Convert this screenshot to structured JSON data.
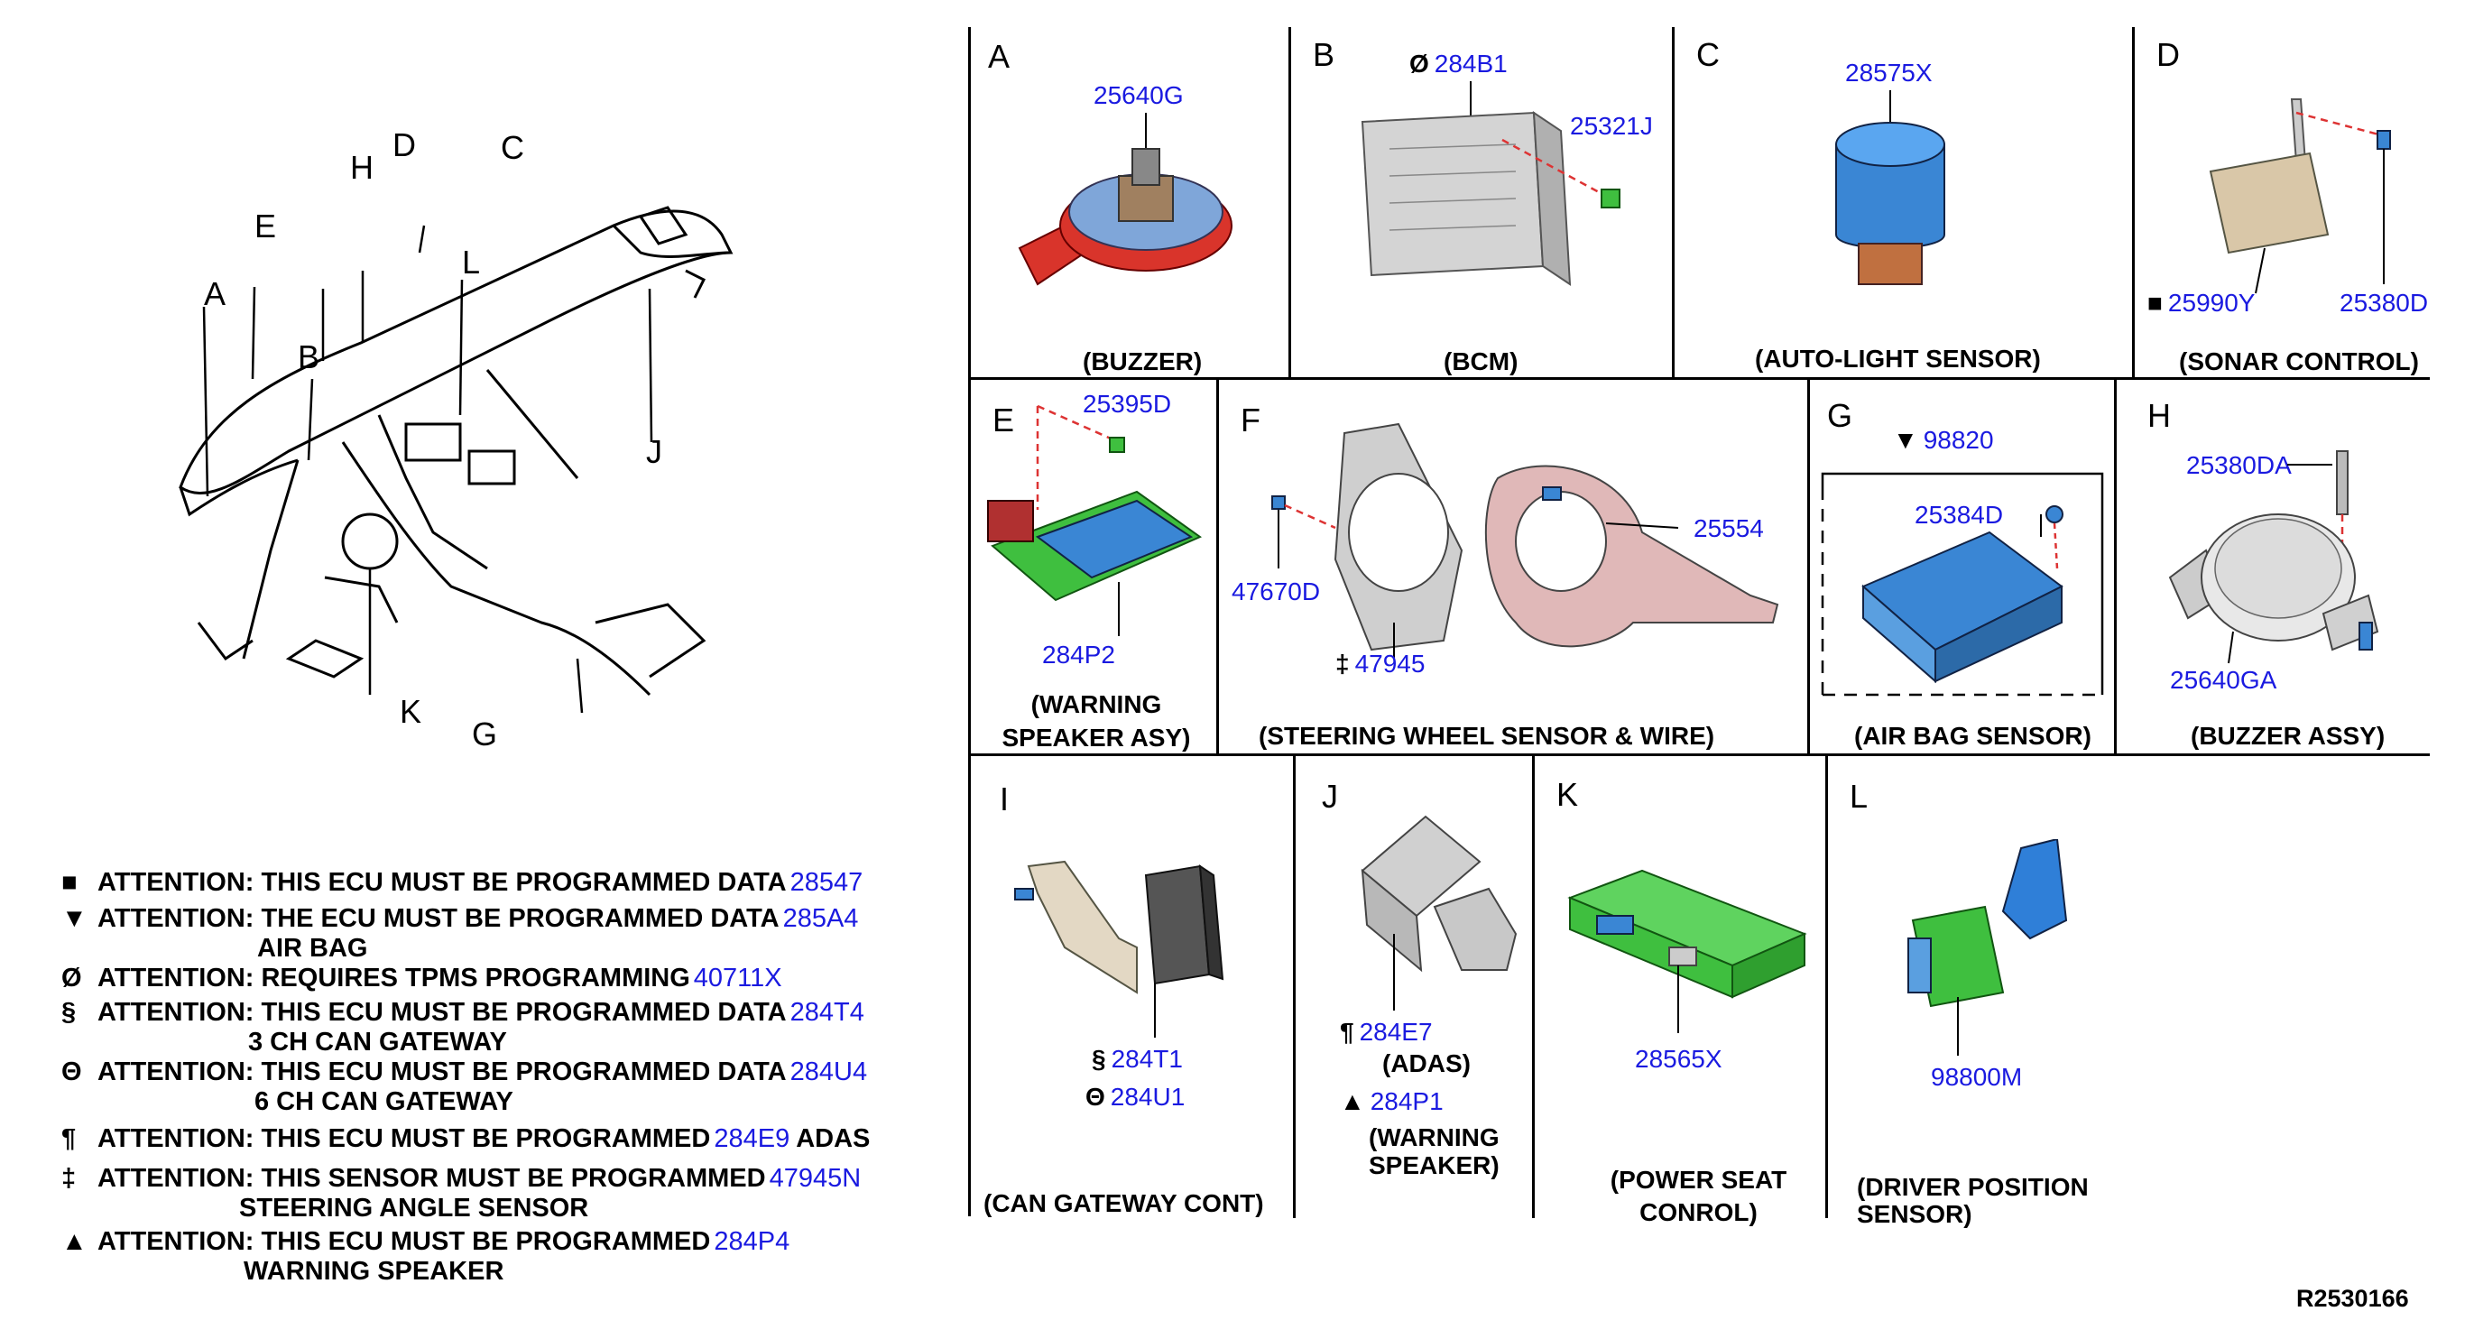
{
  "drawing_id": "R2530166",
  "overview": {
    "labels": [
      "A",
      "B",
      "C",
      "D",
      "E",
      "H",
      "L",
      "J",
      "K",
      "G"
    ]
  },
  "panels": {
    "A": {
      "letter": "A",
      "part": "25640G",
      "caption": "(BUZZER)"
    },
    "B": {
      "letter": "B",
      "part_main": "284B1",
      "part_main_mark": "Ø",
      "part_screw": "25321J",
      "caption": "(BCM)"
    },
    "C": {
      "letter": "C",
      "part": "28575X",
      "caption": "(AUTO-LIGHT SENSOR)"
    },
    "D": {
      "letter": "D",
      "part_unit": "25990Y",
      "part_unit_mark": "■",
      "part_screw": "25380D",
      "caption": "(SONAR CONTROL)"
    },
    "E": {
      "letter": "E",
      "part_screw": "25395D",
      "part_unit": "284P2",
      "caption_1": "(WARNING",
      "caption_2": "SPEAKER ASY)"
    },
    "F": {
      "letter": "F",
      "part_bolt": "47670D",
      "part_sensor": "47945",
      "part_sensor_mark": "‡",
      "part_wire": "25554",
      "caption": "(STEERING WHEEL SENSOR & WIRE)"
    },
    "G": {
      "letter": "G",
      "part_kit": "98820",
      "part_kit_mark": "▼",
      "part_bolt": "25384D",
      "caption": "(AIR BAG SENSOR)"
    },
    "H": {
      "letter": "H",
      "part_bolt": "25380DA",
      "part_unit": "25640GA",
      "caption": "(BUZZER ASSY)"
    },
    "I": {
      "letter": "I",
      "part_1": "284T1",
      "part_1_mark": "§",
      "part_2": "284U1",
      "part_2_mark": "Θ",
      "caption": "(CAN GATEWAY CONT)"
    },
    "J": {
      "letter": "J",
      "part_1": "284E7",
      "part_1_mark": "¶",
      "note_1": "(ADAS)",
      "part_2": "284P1",
      "part_2_mark": "▲",
      "caption_1": "(WARNING",
      "caption_2": "SPEAKER)"
    },
    "K": {
      "letter": "K",
      "part": "28565X",
      "caption_1": "(POWER SEAT",
      "caption_2": "CONROL)"
    },
    "L": {
      "letter": "L",
      "part": "98800M",
      "caption_1": "(DRIVER POSITION",
      "caption_2": "SENSOR)"
    }
  },
  "notes": [
    {
      "sym": "■",
      "text": "ATTENTION: THIS ECU MUST BE PROGRAMMED DATA",
      "ref": "28547",
      "sub": ""
    },
    {
      "sym": "▼",
      "text": "ATTENTION: THE ECU MUST BE PROGRAMMED DATA",
      "ref": "285A4",
      "sub": "AIR BAG"
    },
    {
      "sym": "Ø",
      "text": "ATTENTION: REQUIRES TPMS PROGRAMMING",
      "ref": "40711X",
      "sub": ""
    },
    {
      "sym": "§",
      "text": "ATTENTION: THIS ECU MUST BE PROGRAMMED DATA",
      "ref": "284T4",
      "sub": "3 CH CAN GATEWAY"
    },
    {
      "sym": "Θ",
      "text": "ATTENTION: THIS ECU MUST BE PROGRAMMED DATA",
      "ref": "284U4",
      "sub": "6 CH CAN GATEWAY"
    },
    {
      "sym": "¶",
      "text": "ATTENTION: THIS ECU MUST BE PROGRAMMED",
      "ref": "284E9",
      "ref_suffix": "ADAS",
      "sub": ""
    },
    {
      "sym": "‡",
      "text": "ATTENTION: THIS SENSOR MUST BE PROGRAMMED",
      "ref": "47945N",
      "sub": "STEERING ANGLE SENSOR"
    },
    {
      "sym": "▲",
      "text": "ATTENTION: THIS ECU MUST BE PROGRAMMED",
      "ref": "284P4",
      "sub": "WARNING SPEAKER"
    }
  ],
  "colors": {
    "part_number": "#1a1ae0",
    "buzzer_red": "#d9342b",
    "sensor_blue": "#3a86d4",
    "module_green": "#3fbf3f",
    "bracket_blue": "#2f7fd8",
    "module_grey": "#c9c9c9"
  }
}
